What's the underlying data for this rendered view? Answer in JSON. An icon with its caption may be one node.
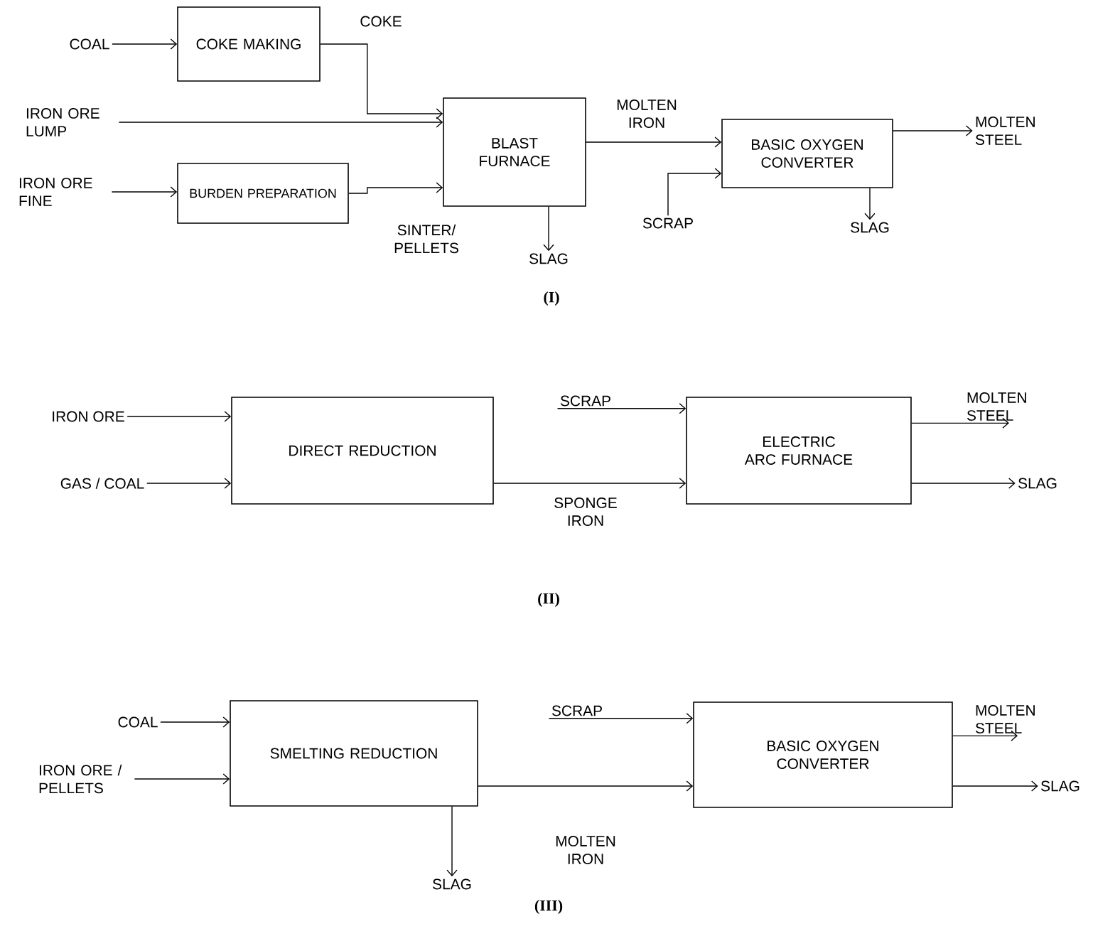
{
  "diagram": {
    "nodes": [
      {
        "text": [
          "COAL"
        ]
      },
      {
        "text": [
          "COKE MAKING"
        ]
      },
      {
        "text": [
          "IRON ORE LUMP"
        ]
      },
      {
        "text": [
          "IRON ORE FINE"
        ]
      },
      {
        "text": [
          "BURDEN PREPARATION"
        ]
      },
      {
        "text": [
          "BLAST FURNACE"
        ]
      },
      {
        "text": [
          "BASIC OXYGEN CONVERTER"
        ]
      },
      {
        "text": [
          "MOLTEN STEEL"
        ]
      },
      {
        "text": [
          "SLAG"
        ]
      },
      {
        "text": [
          "SCRAP"
        ]
      },
      {
        "text": [
          "SLAG"
        ]
      },
      {
        "text": [
          "IRON ORE"
        ]
      },
      {
        "text": [
          "GAS / COAL"
        ]
      },
      {
        "text": [
          "DIRECT REDUCTION"
        ]
      },
      {
        "text": [
          "SCRAP"
        ]
      },
      {
        "text": [
          "ELECTRIC ARC FURNACE"
        ]
      },
      {
        "text": [
          "MOLTEN STEEL"
        ]
      },
      {
        "text": [
          "SLAG"
        ]
      },
      {
        "text": [
          "COAL"
        ]
      },
      {
        "text": [
          "IRON ORE / PELLETS"
        ]
      },
      {
        "text": [
          "SMELTING REDUCTION"
        ]
      },
      {
        "text": [
          "SLAG"
        ]
      },
      {
        "text": [
          "SCRAP"
        ]
      },
      {
        "text": [
          "BASIC OXYGEN CONVERTER"
        ]
      },
      {
        "text": [
          "MOLTEN STEEL"
        ]
      },
      {
        "text": [
          "SLAG"
        ]
      }
    ],
    "edges": [
      {
        "from": 0,
        "to": 1,
        "arrow": "to"
      },
      {
        "from": 1,
        "to": 5,
        "arrow": "to",
        "label": "COKE"
      },
      {
        "from": 2,
        "to": 5,
        "arrow": "to"
      },
      {
        "from": 3,
        "to": 4,
        "arrow": "to"
      },
      {
        "from": 4,
        "to": 5,
        "arrow": "to",
        "label": "SINTER/ PELLETS"
      },
      {
        "from": 5,
        "to": 6,
        "arrow": "to",
        "label": "MOLTEN IRON"
      },
      {
        "from": 5,
        "to": 8,
        "arrow": "to"
      },
      {
        "from": 9,
        "to": 6,
        "arrow": "to"
      },
      {
        "from": 6,
        "to": 7,
        "arrow": "to"
      },
      {
        "from": 6,
        "to": 10,
        "arrow": "to"
      },
      {
        "from": 11,
        "to": 13,
        "arrow": "to"
      },
      {
        "from": 12,
        "to": 13,
        "arrow": "to"
      },
      {
        "from": 14,
        "to": 15,
        "arrow": "to"
      },
      {
        "from": 13,
        "to": 15,
        "arrow": "to",
        "label": "SPONGE IRON"
      },
      {
        "from": 15,
        "to": 16,
        "arrow": "to"
      },
      {
        "from": 15,
        "to": 17,
        "arrow": "to"
      },
      {
        "from": 18,
        "to": 20,
        "arrow": "to"
      },
      {
        "from": 19,
        "to": 20,
        "arrow": "to"
      },
      {
        "from": 22,
        "to": 23,
        "arrow": "to"
      },
      {
        "from": 20,
        "to": 23,
        "arrow": "to",
        "label": "MOLTEN IRON"
      },
      {
        "from": 20,
        "to": 21,
        "arrow": "to"
      },
      {
        "from": 23,
        "to": 24,
        "arrow": "to"
      },
      {
        "from": 23,
        "to": 25,
        "arrow": "to"
      }
    ],
    "labels": [
      "(I)",
      "(II)",
      "(III)"
    ]
  }
}
